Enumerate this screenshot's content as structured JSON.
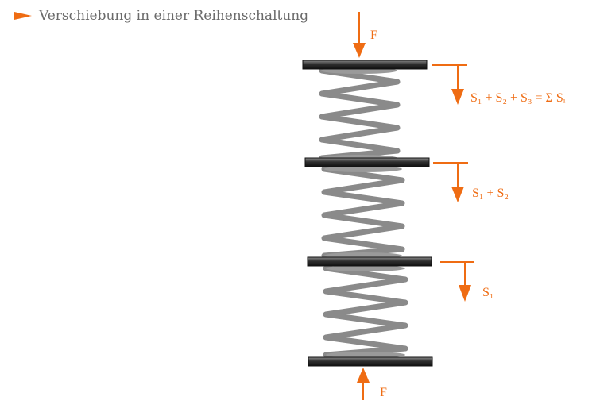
{
  "title": "Verschiebung in einer Reihenschaltung",
  "labels": {
    "force_top": "F",
    "force_bottom": "F",
    "displacement_total": "S₁ + S₂ + S₃ = Σ Sᵢ",
    "displacement_two": "S₁ + S₂",
    "displacement_one": "S₁"
  },
  "colors": {
    "accent": "#ef6c13",
    "spring": "#8a8a8a",
    "plate": "#3a3a3a",
    "title_text": "#6a6a6a"
  },
  "icons": {
    "title_bullet": "triangle-arrow-icon",
    "force_arrow": "arrow-down-icon"
  }
}
